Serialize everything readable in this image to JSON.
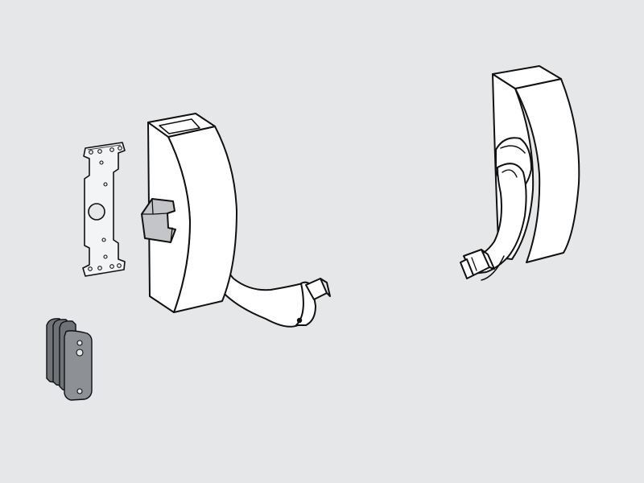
{
  "colors": {
    "background": "#e6e7e9",
    "line": "#111111",
    "part_fill": "#ffffff",
    "plate_fill": "#f3f4f5",
    "grey_part": "#c3c5c8",
    "dark_part": "#8d9095",
    "dark_part_shade": "#6f7277"
  },
  "parts": [
    {
      "id": "mounting-plate",
      "icon": "mounting-plate-icon"
    },
    {
      "id": "handle-front",
      "icon": "lever-handle-icon"
    },
    {
      "id": "handle-back",
      "icon": "lever-handle-icon"
    },
    {
      "id": "strike-block",
      "icon": "strike-block-icon"
    }
  ]
}
